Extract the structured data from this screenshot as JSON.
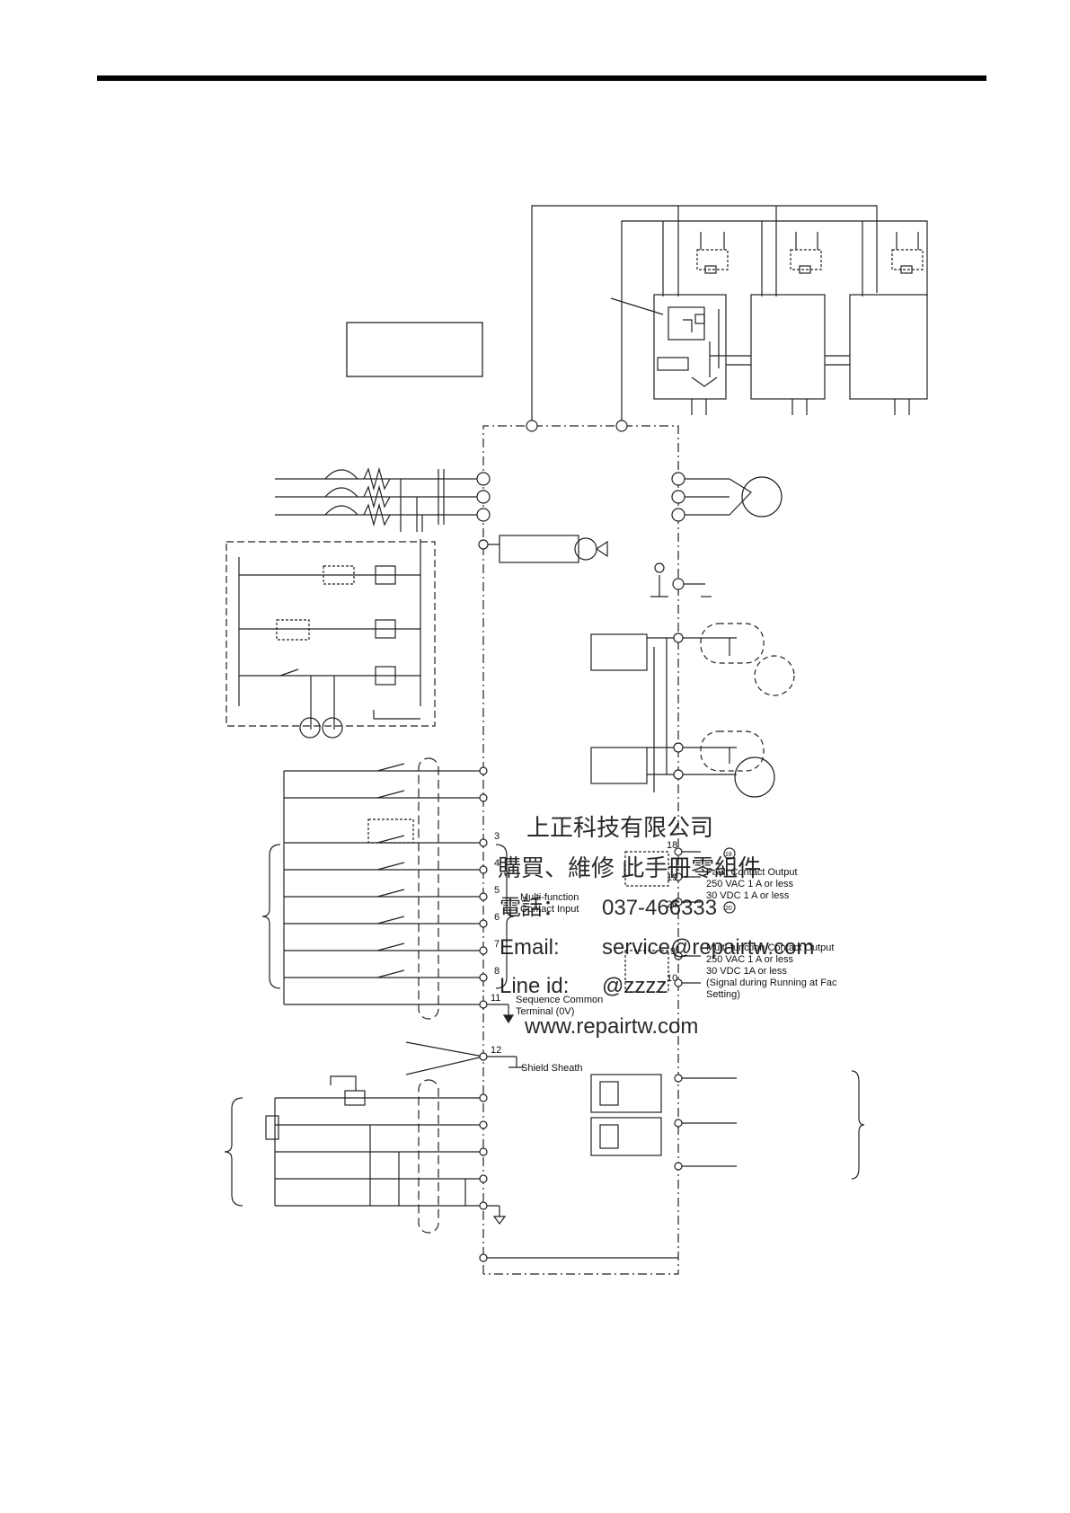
{
  "terminals": {
    "t3": "3",
    "t4": "4",
    "t5": "5",
    "t6": "6",
    "t7": "7",
    "t8": "8",
    "t11": "11",
    "t12": "12",
    "t18": "18",
    "t19": "19",
    "t20": "20",
    "t9": "9",
    "t10": "10"
  },
  "labels": {
    "multi_function_contact_input": [
      "Multi-function",
      "Contact Input"
    ],
    "sequence_common": [
      "Sequence Common",
      "Terminal (0V)"
    ],
    "shield_sheath": "Shield Sheath",
    "fault_contact_output": [
      "Fault Contact Output",
      "250 VAC  1 A or less",
      "30 VDC  1 A or less"
    ],
    "multi_function_contact_output": [
      "Multi-function Contact Output",
      "250 VAC  1 A or less",
      "30 VDC  1A or less",
      "(Signal during Running at Fac",
      "Setting)"
    ]
  },
  "terminal_marks": {
    "m18": "18",
    "m20": "20"
  },
  "watermark": {
    "company": "上正科技有限公司",
    "service": "購買、維修 此手冊零組件",
    "phone_label": "電話：",
    "phone": "037-466333",
    "email_label": "Email:",
    "email": "service@repairtw.com",
    "line_label": "Line id:",
    "line": "@zzzz",
    "website": "www.repairtw.com"
  }
}
